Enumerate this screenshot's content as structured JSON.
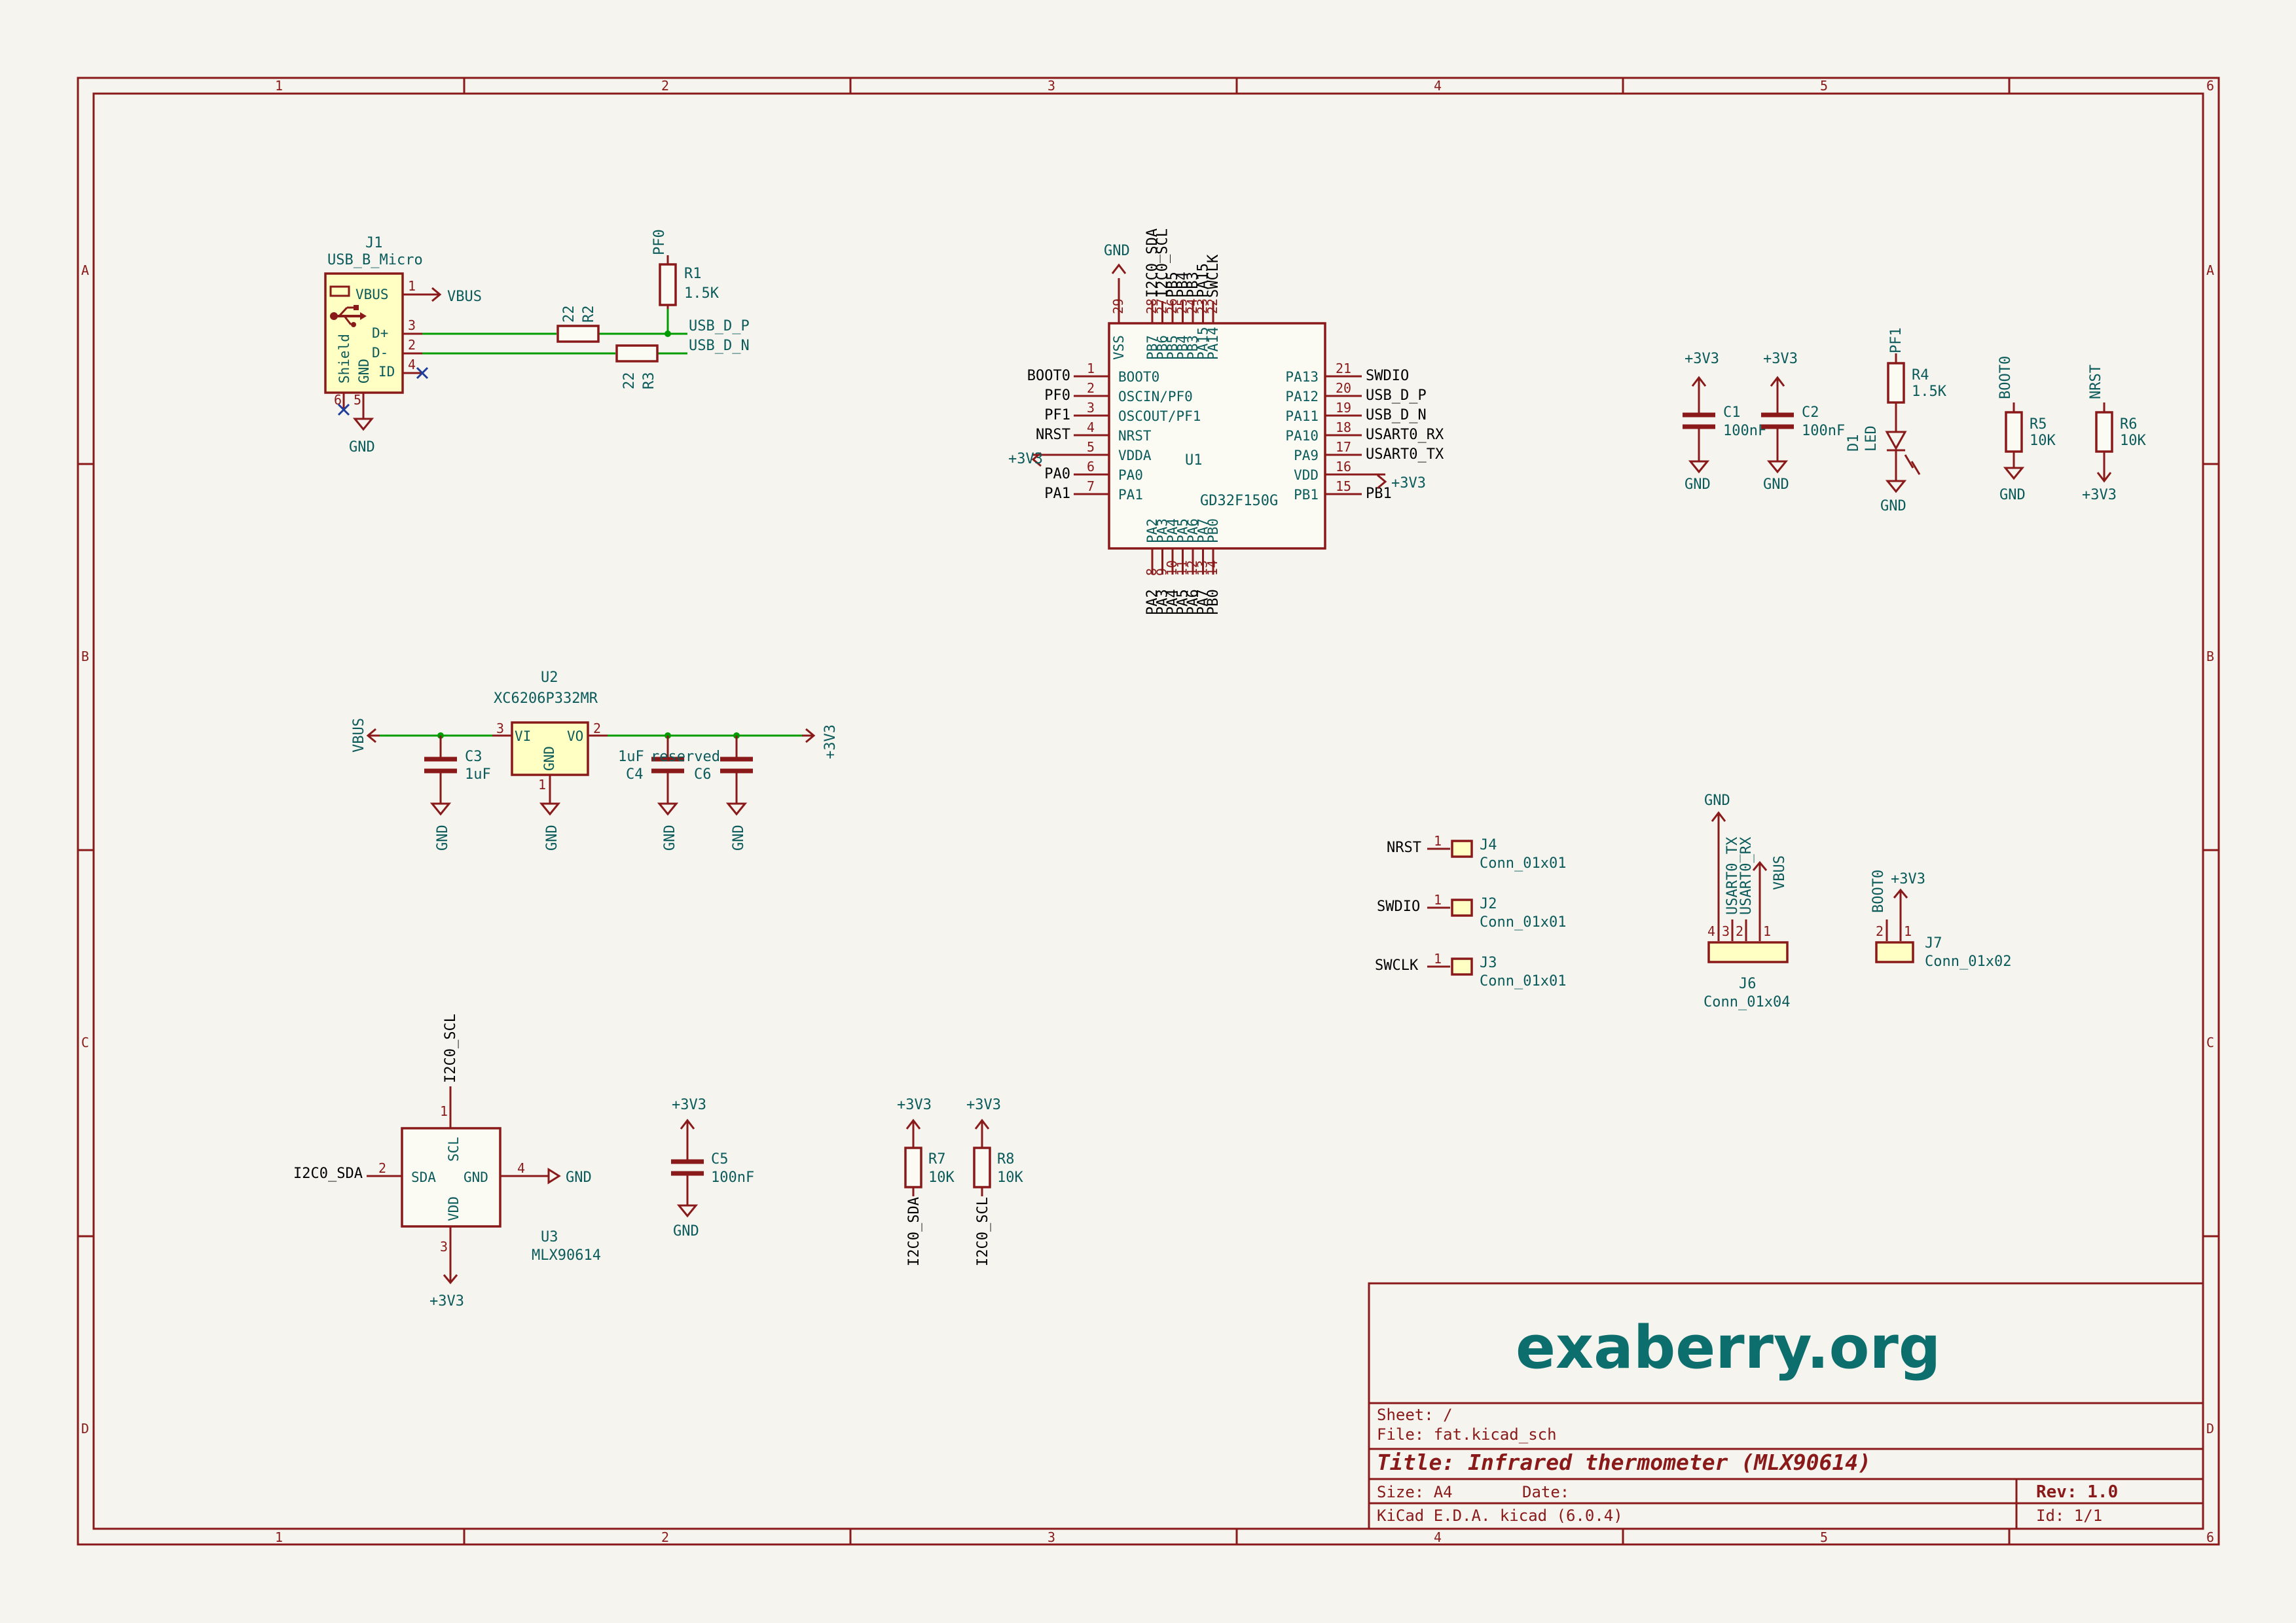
{
  "title_block": {
    "brand": "exaberry.org",
    "sheet": "Sheet: /",
    "file": "File: fat.kicad_sch",
    "title": "Title: Infrared thermometer (MLX90614)",
    "size": "Size: A4",
    "date": "Date:",
    "rev": "Rev: 1.0",
    "tool": "KiCad E.D.A.  kicad (6.0.4)",
    "id": "Id: 1/1"
  },
  "zones": {
    "columns": [
      "1",
      "2",
      "3",
      "4",
      "5",
      "6"
    ],
    "rows": [
      "A",
      "B",
      "C",
      "D"
    ]
  },
  "components": {
    "J1": {
      "ref": "J1",
      "value": "USB_B_Micro",
      "pins": [
        "VBUS",
        "D+",
        "D-",
        "ID",
        "GND",
        "Shield"
      ],
      "pin_numbers": [
        "1",
        "3",
        "2",
        "4",
        "5",
        "6"
      ]
    },
    "R1": {
      "ref": "R1",
      "value": "1.5K"
    },
    "R2": {
      "ref": "R2",
      "value": "22"
    },
    "R3": {
      "ref": "R3",
      "value": "22"
    },
    "U1": {
      "ref": "U1",
      "value": "GD32F150G",
      "left_pins": [
        {
          "num": "1",
          "name": "BOOT0",
          "net": "BOOT0"
        },
        {
          "num": "2",
          "name": "OSCIN/PF0",
          "net": "PF0"
        },
        {
          "num": "3",
          "name": "OSCOUT/PF1",
          "net": "PF1"
        },
        {
          "num": "4",
          "name": "NRST",
          "net": "NRST"
        },
        {
          "num": "5",
          "name": "VDDA",
          "net": "+3V3"
        },
        {
          "num": "6",
          "name": "PA0",
          "net": "PA0"
        },
        {
          "num": "7",
          "name": "PA1",
          "net": "PA1"
        }
      ],
      "right_pins": [
        {
          "num": "21",
          "name": "PA13",
          "net": "SWDIO"
        },
        {
          "num": "20",
          "name": "PA12",
          "net": "USB_D_P"
        },
        {
          "num": "19",
          "name": "PA11",
          "net": "USB_D_N"
        },
        {
          "num": "18",
          "name": "PA10",
          "net": "USART0_RX"
        },
        {
          "num": "17",
          "name": "PA9",
          "net": "USART0_TX"
        },
        {
          "num": "16",
          "name": "VDD",
          "net": "+3V3"
        },
        {
          "num": "15",
          "name": "PB1",
          "net": "PB1"
        }
      ],
      "top_pins": [
        {
          "num": "29",
          "name": "VSS",
          "net": "GND"
        },
        {
          "num": "28",
          "name": "PB7",
          "net": "I2C0_SDA"
        },
        {
          "num": "27",
          "name": "PB6",
          "net": "I2C0_SCL"
        },
        {
          "num": "26",
          "name": "PB5",
          "net": "PB5"
        },
        {
          "num": "25",
          "name": "PB4",
          "net": "PB4"
        },
        {
          "num": "24",
          "name": "PB3",
          "net": "PB3"
        },
        {
          "num": "23",
          "name": "PA15",
          "net": "PA15"
        },
        {
          "num": "22",
          "name": "PA14",
          "net": "SWCLK"
        }
      ],
      "bottom_pins": [
        {
          "num": "8",
          "name": "PA2",
          "net": "PA2"
        },
        {
          "num": "9",
          "name": "PA3",
          "net": "PA3"
        },
        {
          "num": "10",
          "name": "PA4",
          "net": "PA4"
        },
        {
          "num": "11",
          "name": "PA5",
          "net": "PA5"
        },
        {
          "num": "12",
          "name": "PA6",
          "net": "PA6"
        },
        {
          "num": "13",
          "name": "PA7",
          "net": "PA7"
        },
        {
          "num": "14",
          "name": "PB0",
          "net": "PB0"
        }
      ]
    },
    "C1": {
      "ref": "C1",
      "value": "100nF"
    },
    "C2": {
      "ref": "C2",
      "value": "100nF"
    },
    "R4": {
      "ref": "R4",
      "value": "1.5K"
    },
    "D1": {
      "ref": "D1",
      "value": "LED"
    },
    "R5": {
      "ref": "R5",
      "value": "10K"
    },
    "R6": {
      "ref": "R6",
      "value": "10K"
    },
    "U2": {
      "ref": "U2",
      "value": "XC6206P332MR",
      "pins": [
        "VI",
        "VO",
        "GND"
      ],
      "pin_numbers": [
        "3",
        "2",
        "1"
      ]
    },
    "C3": {
      "ref": "C3",
      "value": "1uF"
    },
    "C4": {
      "ref": "C4",
      "value": "1uF"
    },
    "C6": {
      "ref": "C6",
      "value": "reserved"
    },
    "J4": {
      "ref": "J4",
      "value": "Conn_01x01"
    },
    "J2": {
      "ref": "J2",
      "value": "Conn_01x01"
    },
    "J3": {
      "ref": "J3",
      "value": "Conn_01x01"
    },
    "J6": {
      "ref": "J6",
      "value": "Conn_01x04"
    },
    "J7": {
      "ref": "J7",
      "value": "Conn_01x02"
    },
    "U3": {
      "ref": "U3",
      "value": "MLX90614",
      "pins": [
        "SCL",
        "SDA",
        "GND",
        "VDD"
      ],
      "pin_numbers": [
        "1",
        "2",
        "4",
        "3"
      ]
    },
    "C5": {
      "ref": "C5",
      "value": "100nF"
    },
    "R7": {
      "ref": "R7",
      "value": "10K"
    },
    "R8": {
      "ref": "R8",
      "value": "10K"
    }
  },
  "nets": {
    "GND": "GND",
    "v33": "+3V3",
    "VBUS": "VBUS",
    "PF0": "PF0",
    "PF1": "PF1",
    "BOOT0": "BOOT0",
    "NRST": "NRST",
    "SWDIO": "SWDIO",
    "SWCLK": "SWCLK",
    "USB_D_P": "USB_D_P",
    "USB_D_N": "USB_D_N",
    "USART0_TX": "USART0_TX",
    "USART0_RX": "USART0_RX",
    "I2C0_SDA": "I2C0_SDA",
    "I2C0_SCL": "I2C0_SCL"
  },
  "connector_pins": {
    "one": "1",
    "two": "2",
    "three": "3",
    "four": "4"
  }
}
